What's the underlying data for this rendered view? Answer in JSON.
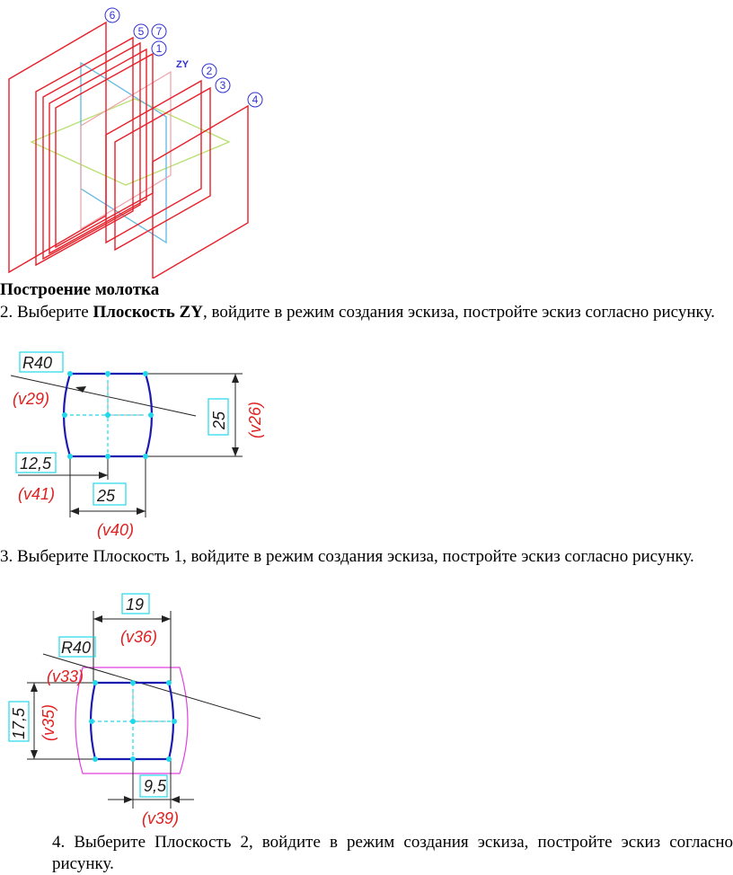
{
  "figure1": {
    "plane_numbers": [
      "6",
      "5",
      "7",
      "1",
      "2",
      "3",
      "4"
    ],
    "plane_label": "ZY"
  },
  "section_title": "Построение молотка",
  "step2": {
    "number": "2.",
    "prefix": "Выберите",
    "bold_text": "Плоскость ZY",
    "rest": ", войдите в режим создания эскиза, постройте эскиз согласно рисунку."
  },
  "figure2": {
    "radius": "R40",
    "radius_var": "(v29)",
    "height": "25",
    "height_var": "(v26)",
    "offset": "12,5",
    "offset_var": "(v41)",
    "width": "25",
    "width_var": "(v40)"
  },
  "step3": {
    "text": "3. Выберите Плоскость 1, войдите в режим создания эскиза, постройте эскиз согласно рисунку."
  },
  "figure3": {
    "width": "19",
    "width_var": "(v36)",
    "radius": "R40",
    "radius_var": "(v33)",
    "height": "17,5",
    "height_var": "(v35)",
    "offset": "9,5",
    "offset_var": "(v39)"
  },
  "step4": {
    "text": "4. Выберите Плоскость 2, войдите в режим создания эскиза, постройте эскиз согласно рисунку."
  },
  "colors": {
    "plane": "#e8202a",
    "plane_light": "#f0a0a8",
    "zx_plane": "#b8e070",
    "xy_plane": "#60b8e0",
    "sketch": "#1a1ab0",
    "constraint": "#20d8e8",
    "offset_outline": "#e040e0",
    "variable": "#e02020"
  }
}
